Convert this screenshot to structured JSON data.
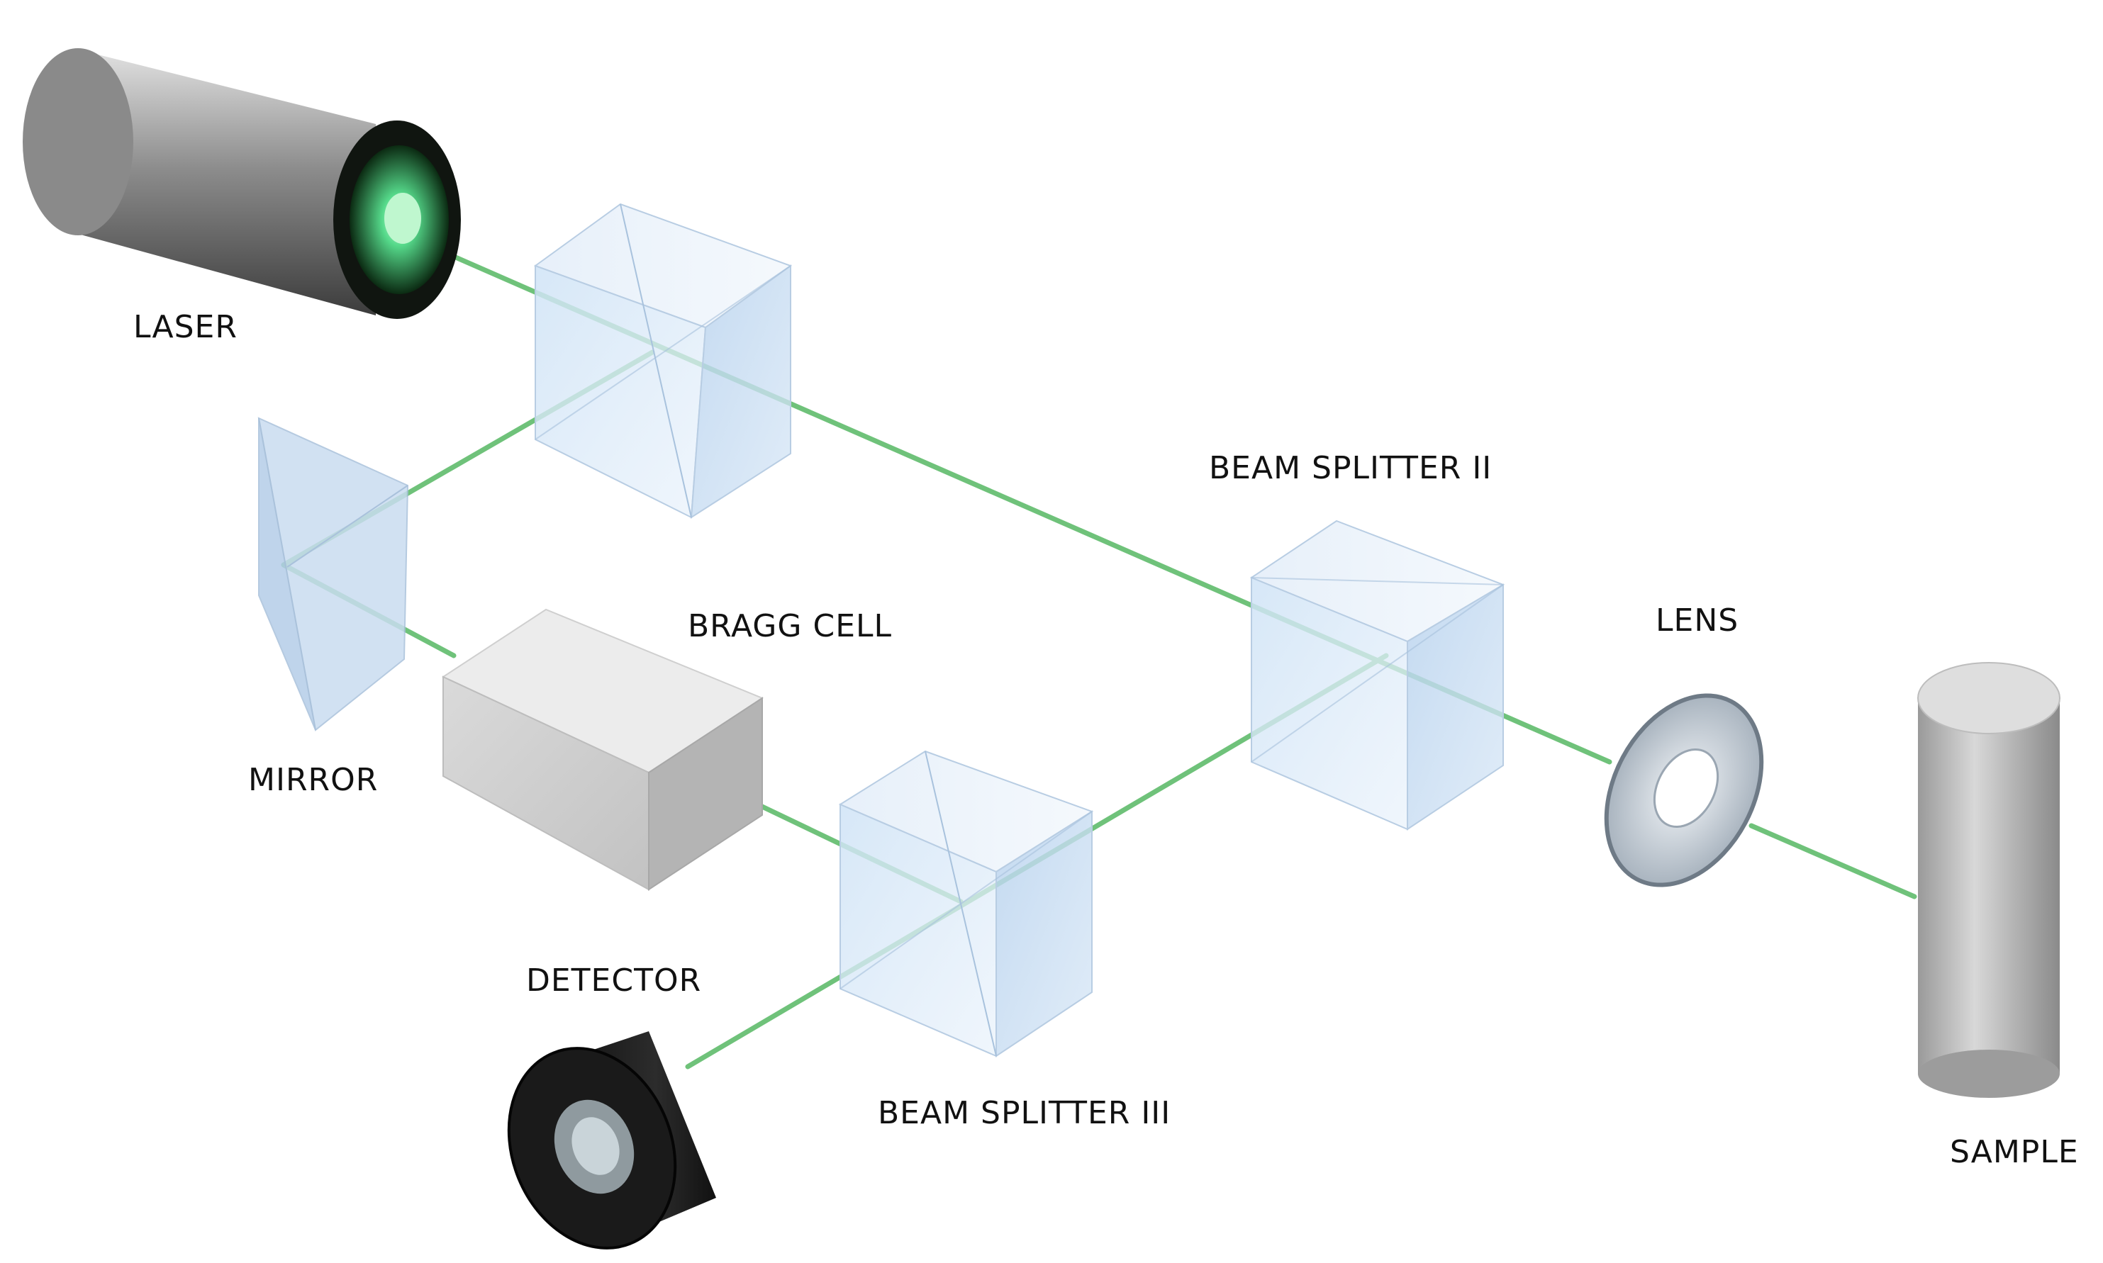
{
  "labels": {
    "laser": "LASER",
    "mirror": "MIRROR",
    "bragg_cell": "BRAGG CELL",
    "beam_splitter_2": "BEAM SPLITTER II",
    "beam_splitter_3": "BEAM SPLITTER III",
    "lens": "LENS",
    "detector": "DETECTOR",
    "sample": "SAMPLE"
  },
  "colors": {
    "beam": "#6fc27a",
    "glass": "#cfe3f6",
    "laser_glow": "#55d98a"
  }
}
